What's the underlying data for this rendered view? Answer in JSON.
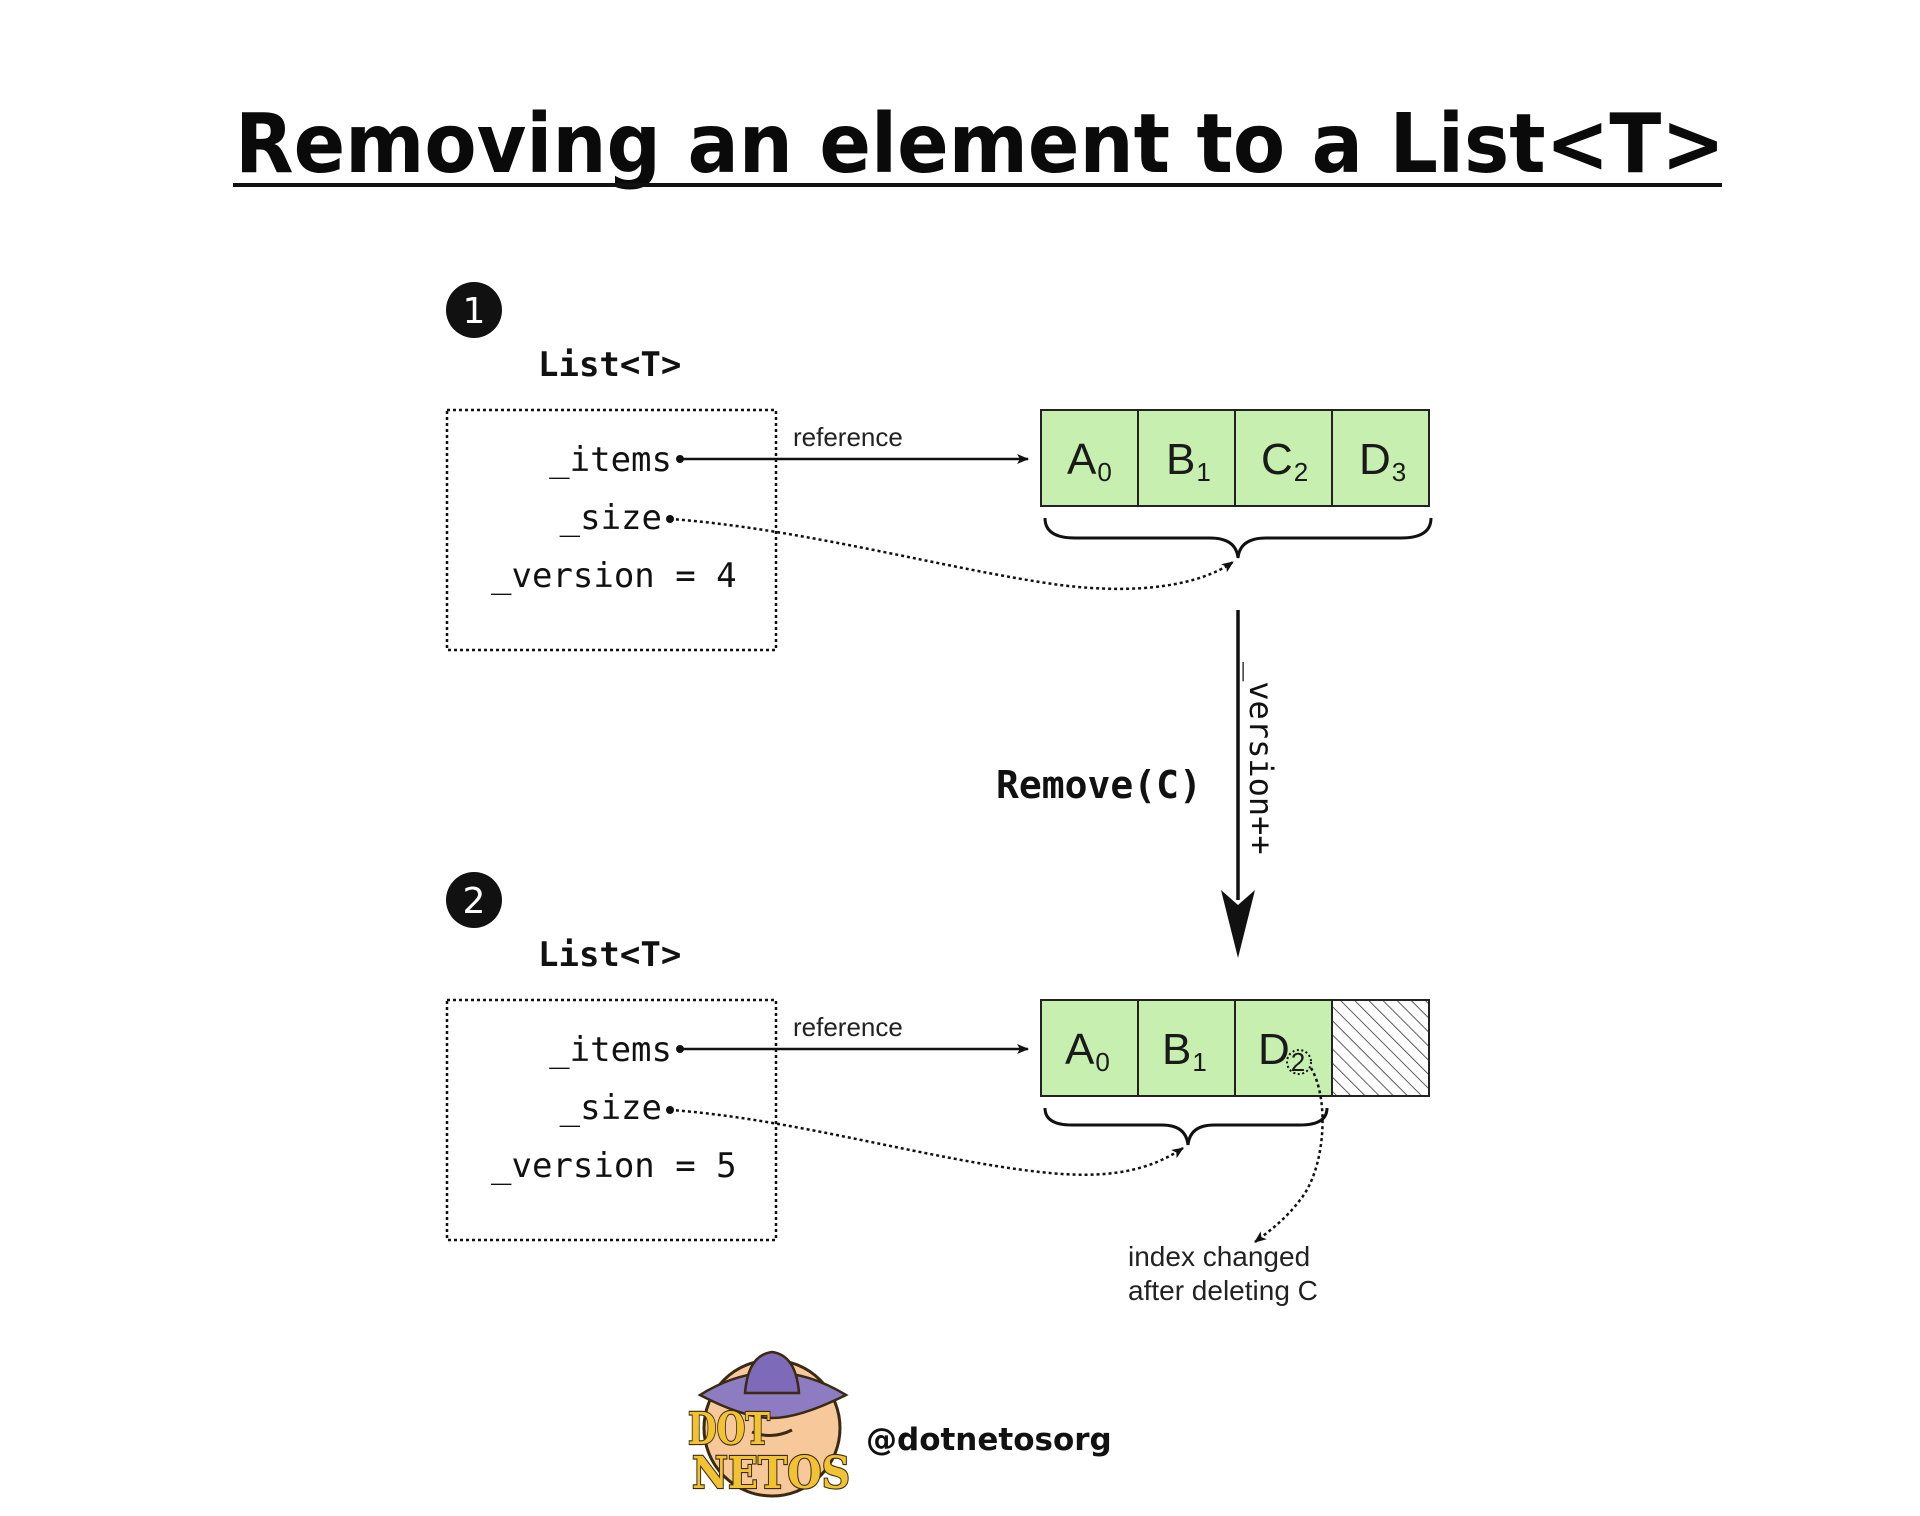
{
  "title": "Removing an element to a List<T>",
  "step1": {
    "badge": "1",
    "class_label": "List<T>",
    "fields": [
      "_items",
      "_size",
      "_version = 4"
    ],
    "reference_label": "reference",
    "cells": [
      {
        "letter": "A",
        "index": "0"
      },
      {
        "letter": "B",
        "index": "1"
      },
      {
        "letter": "C",
        "index": "2"
      },
      {
        "letter": "D",
        "index": "3"
      }
    ]
  },
  "transition": {
    "operation": "Remove(C)",
    "arrow_label": "_version++"
  },
  "step2": {
    "badge": "2",
    "class_label": "List<T>",
    "fields": [
      "_items",
      "_size",
      "_version = 5"
    ],
    "reference_label": "reference",
    "cells": [
      {
        "letter": "A",
        "index": "0"
      },
      {
        "letter": "B",
        "index": "1"
      },
      {
        "letter": "D",
        "index": "2"
      }
    ],
    "empty_cell": "hatched",
    "note_line1": "index changed",
    "note_line2": "after deleting C"
  },
  "footer": {
    "logo_line1": "DOT",
    "logo_line2": "NETOS",
    "handle": "@dotnetosorg"
  },
  "colors": {
    "cell_fill": "#c6efb0",
    "logo_hat": "#8e7cc3",
    "logo_face": "#f6c89a",
    "logo_text": "#f1c232",
    "ink": "#111111"
  }
}
